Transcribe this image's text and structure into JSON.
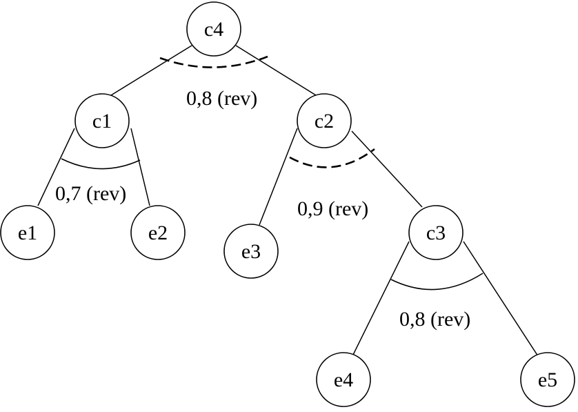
{
  "nodes": {
    "c4": "c4",
    "c1": "c1",
    "c2": "c2",
    "c3": "c3",
    "e1": "e1",
    "e2": "e2",
    "e3": "e3",
    "e4": "e4",
    "e5": "e5"
  },
  "edges": [
    [
      "c4",
      "c1"
    ],
    [
      "c4",
      "c2"
    ],
    [
      "c1",
      "e1"
    ],
    [
      "c1",
      "e2"
    ],
    [
      "c2",
      "e3"
    ],
    [
      "c2",
      "c3"
    ],
    [
      "c3",
      "e4"
    ],
    [
      "c3",
      "e5"
    ]
  ],
  "arc_labels": {
    "c4": "0,8 (rev)",
    "c1": "0,7 (rev)",
    "c2": "0,9 (rev)",
    "c3": "0,8 (rev)"
  },
  "arc_styles": {
    "c4": "dashed",
    "c1": "solid",
    "c2": "dashed",
    "c3": "solid"
  }
}
